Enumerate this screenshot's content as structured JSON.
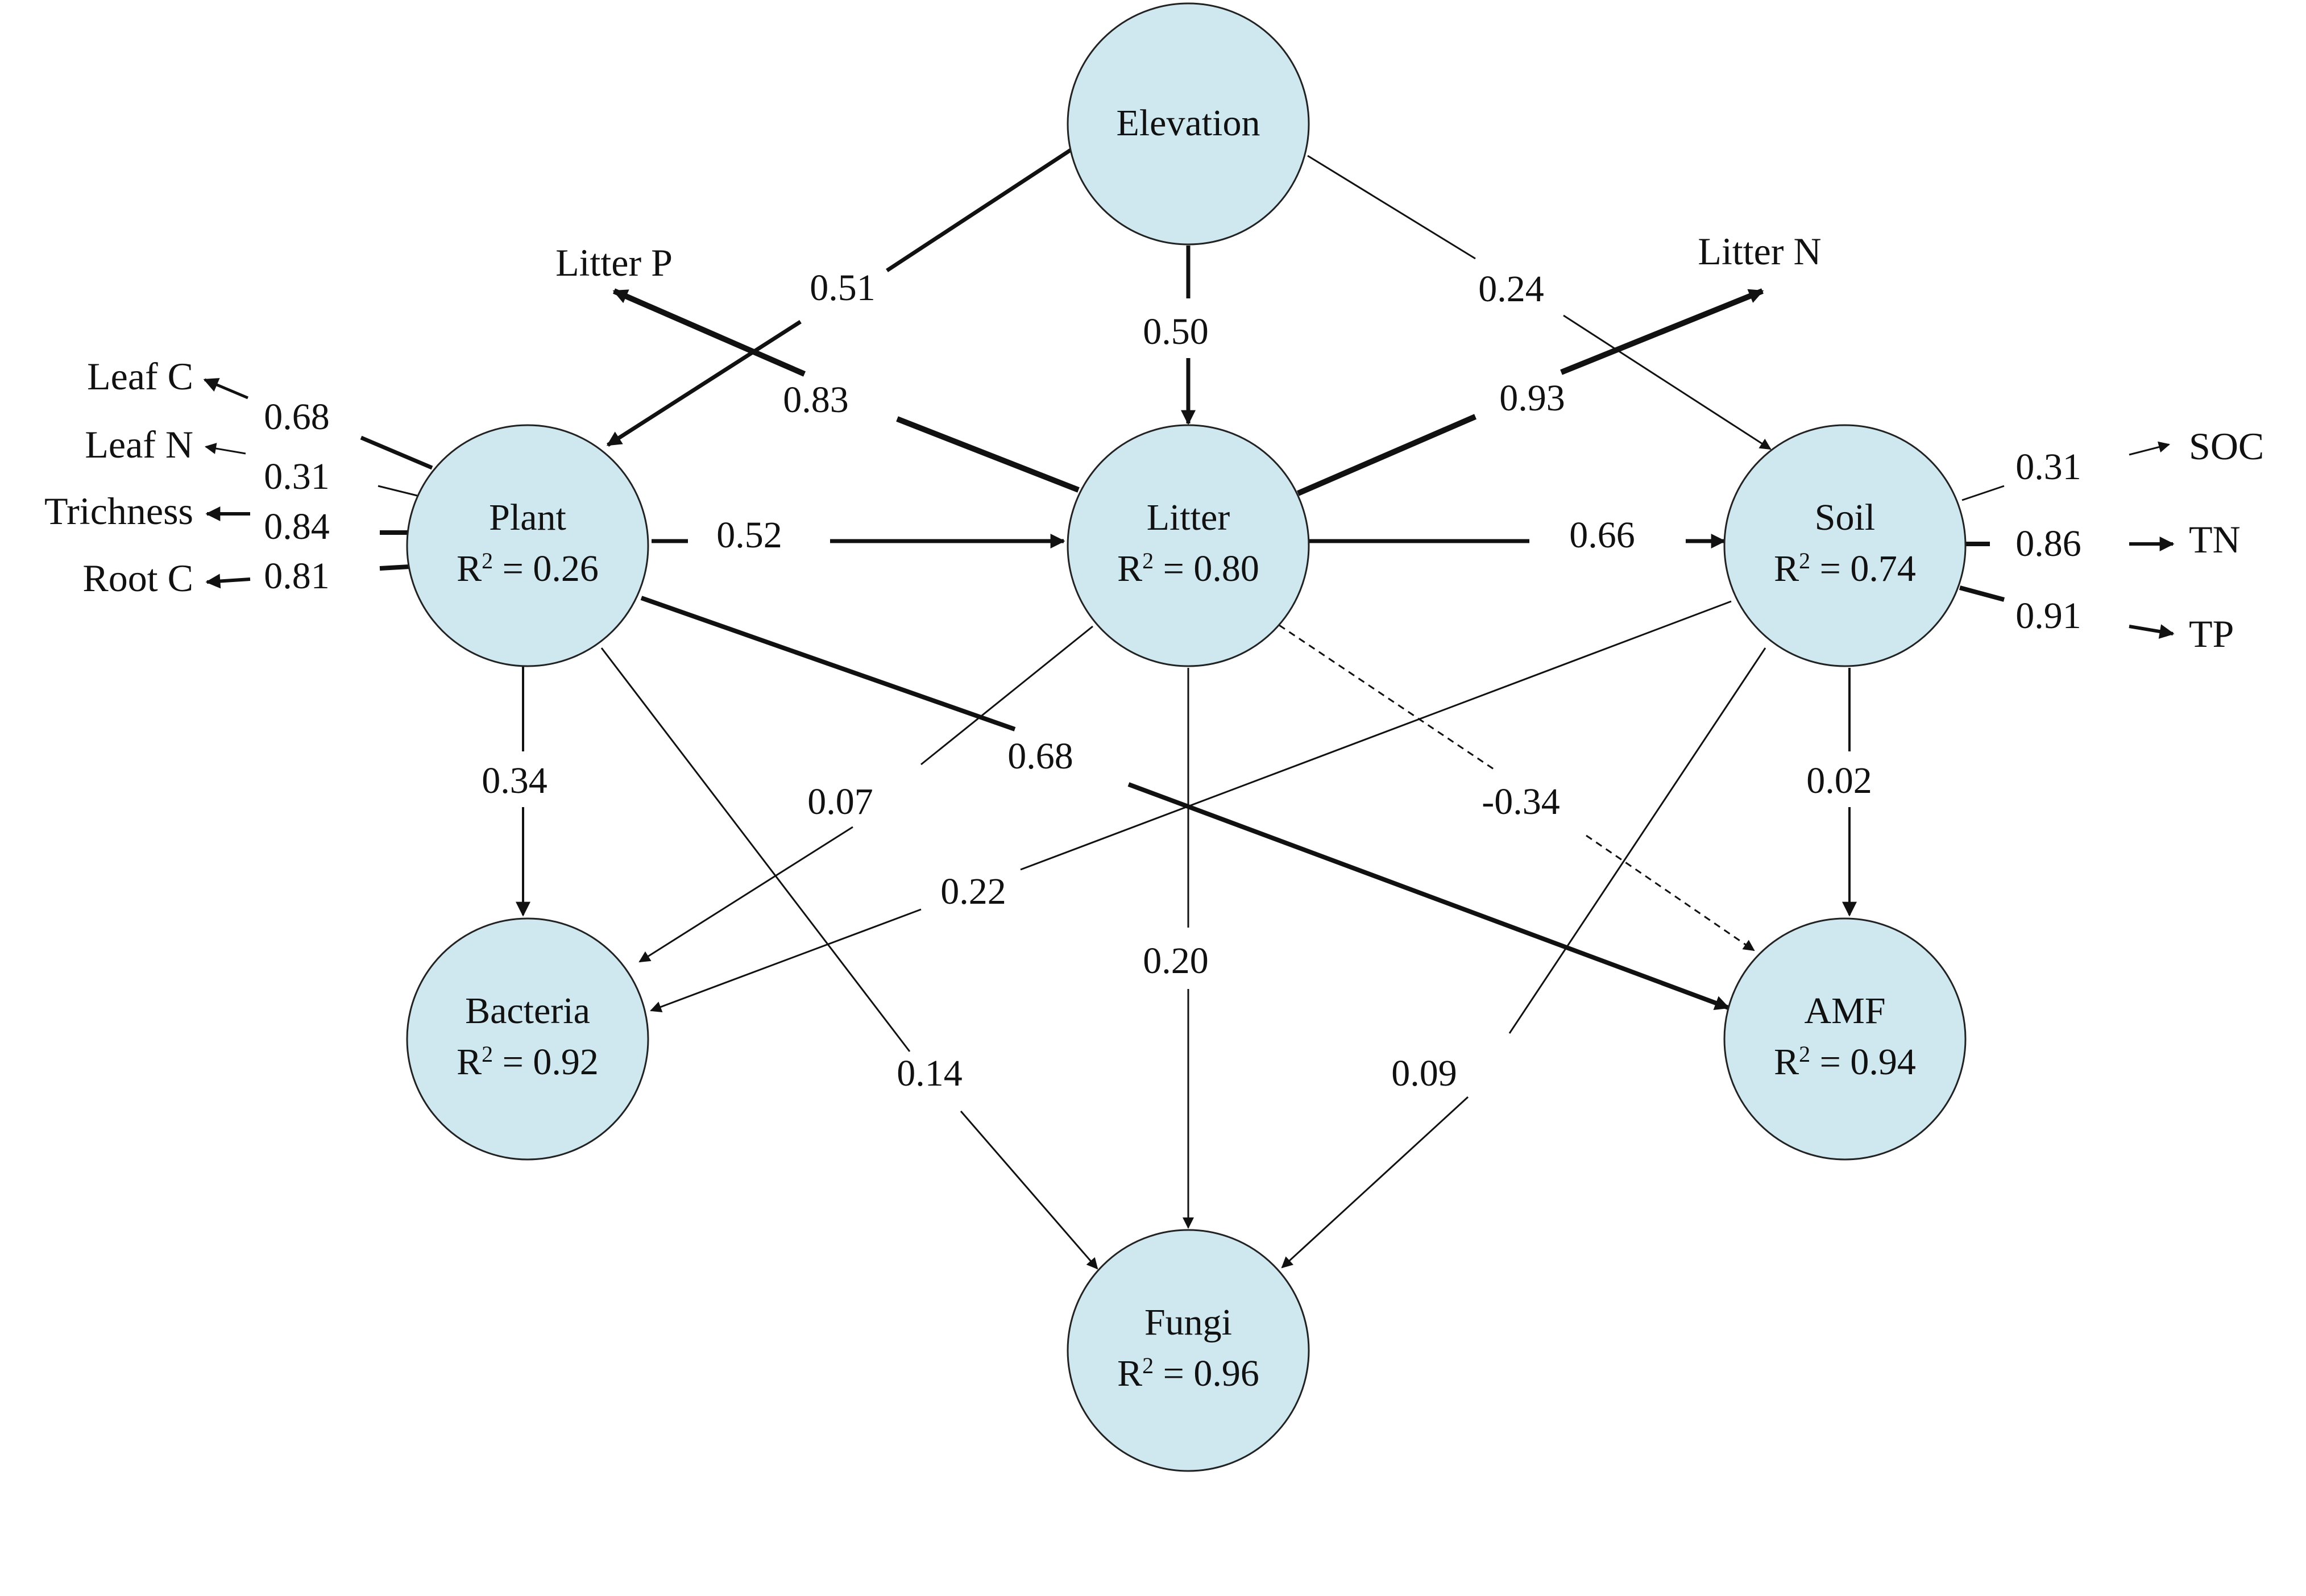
{
  "style": {
    "node_fill": "#cfe7ef",
    "line_color": "#111111",
    "background": "#ffffff"
  },
  "nodes": {
    "elevation": {
      "label": "Elevation",
      "r2": ""
    },
    "plant": {
      "label": "Plant",
      "r2": "0.26"
    },
    "litter": {
      "label": "Litter",
      "r2": "0.80"
    },
    "soil": {
      "label": "Soil",
      "r2": "0.74"
    },
    "bacteria": {
      "label": "Bacteria",
      "r2": "0.92"
    },
    "amf": {
      "label": "AMF",
      "r2": "0.94"
    },
    "fungi": {
      "label": "Fungi",
      "r2": "0.96"
    }
  },
  "r2_prefix": "R",
  "r2_sup": "2",
  "r2_eq": " = ",
  "paths": {
    "elevation_plant": "0.51",
    "elevation_litter": "0.50",
    "elevation_soil": "0.24",
    "plant_litter": "0.52",
    "litter_soil": "0.66",
    "plant_bacteria": "0.34",
    "plant_fungi": "0.14",
    "plant_amf": "0.68",
    "litter_bacteria": "0.07",
    "litter_fungi": "0.20",
    "litter_amf": "-0.34",
    "soil_bacteria": "0.22",
    "soil_fungi": "0.09",
    "soil_amf": "0.02"
  },
  "indicators": {
    "leaf_c": {
      "label": "Leaf C",
      "loading": "0.68"
    },
    "leaf_n": {
      "label": "Leaf N",
      "loading": "0.31"
    },
    "trichness": {
      "label": "Trichness",
      "loading": "0.84"
    },
    "root_c": {
      "label": "Root C",
      "loading": "0.81"
    },
    "litter_p": {
      "label": "Litter P",
      "loading": "0.83"
    },
    "litter_n": {
      "label": "Litter N",
      "loading": "0.93"
    },
    "soc": {
      "label": "SOC",
      "loading": "0.31"
    },
    "tn": {
      "label": "TN",
      "loading": "0.86"
    },
    "tp": {
      "label": "TP",
      "loading": "0.91"
    }
  }
}
